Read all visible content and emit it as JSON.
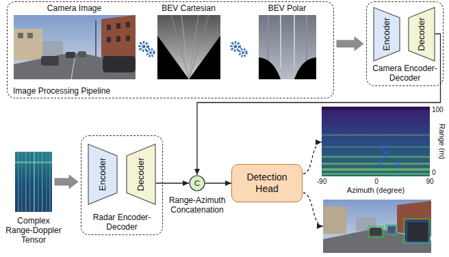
{
  "diagram": {
    "nodes": [
      {
        "text": [
          "Image Processing Pipeline"
        ]
      },
      {
        "text": [
          "Camera Image"
        ],
        "in": 0
      },
      {
        "text": [
          "BEV Cartesian"
        ],
        "in": 0
      },
      {
        "text": [
          "BEV Polar"
        ],
        "in": 0
      },
      {
        "text": [
          "Camera Encoder-Decoder"
        ]
      },
      {
        "text": [
          "Encoder"
        ],
        "in": 4
      },
      {
        "text": [
          "Decoder"
        ],
        "in": 4
      },
      {
        "text": [
          "Complex Range-Doppler Tensor"
        ]
      },
      {
        "text": [
          "Radar Encoder-Decoder"
        ]
      },
      {
        "text": [
          "Encoder"
        ],
        "in": 8
      },
      {
        "text": [
          "Decoder"
        ],
        "in": 8
      },
      {
        "text": [
          "C",
          "Range-Azimuth Concatenation"
        ]
      },
      {
        "text": [
          "Detection Head"
        ]
      },
      {
        "text": [
          "Range (m)",
          "Azimuth (degree)"
        ]
      },
      {
        "text": []
      }
    ],
    "edges": [
      {
        "from": 0,
        "to": 4,
        "arrow": "to"
      },
      {
        "from": 6,
        "to": 11,
        "arrow": "to"
      },
      {
        "from": 7,
        "to": 8,
        "arrow": "to"
      },
      {
        "from": 10,
        "to": 11,
        "arrow": "to"
      },
      {
        "from": 11,
        "to": 12,
        "arrow": "to"
      },
      {
        "from": 12,
        "to": 13,
        "arrow": "to"
      },
      {
        "from": 12,
        "to": 14,
        "arrow": "to"
      }
    ],
    "labels": [
      "100",
      "0",
      "-90",
      "0",
      "90"
    ]
  }
}
